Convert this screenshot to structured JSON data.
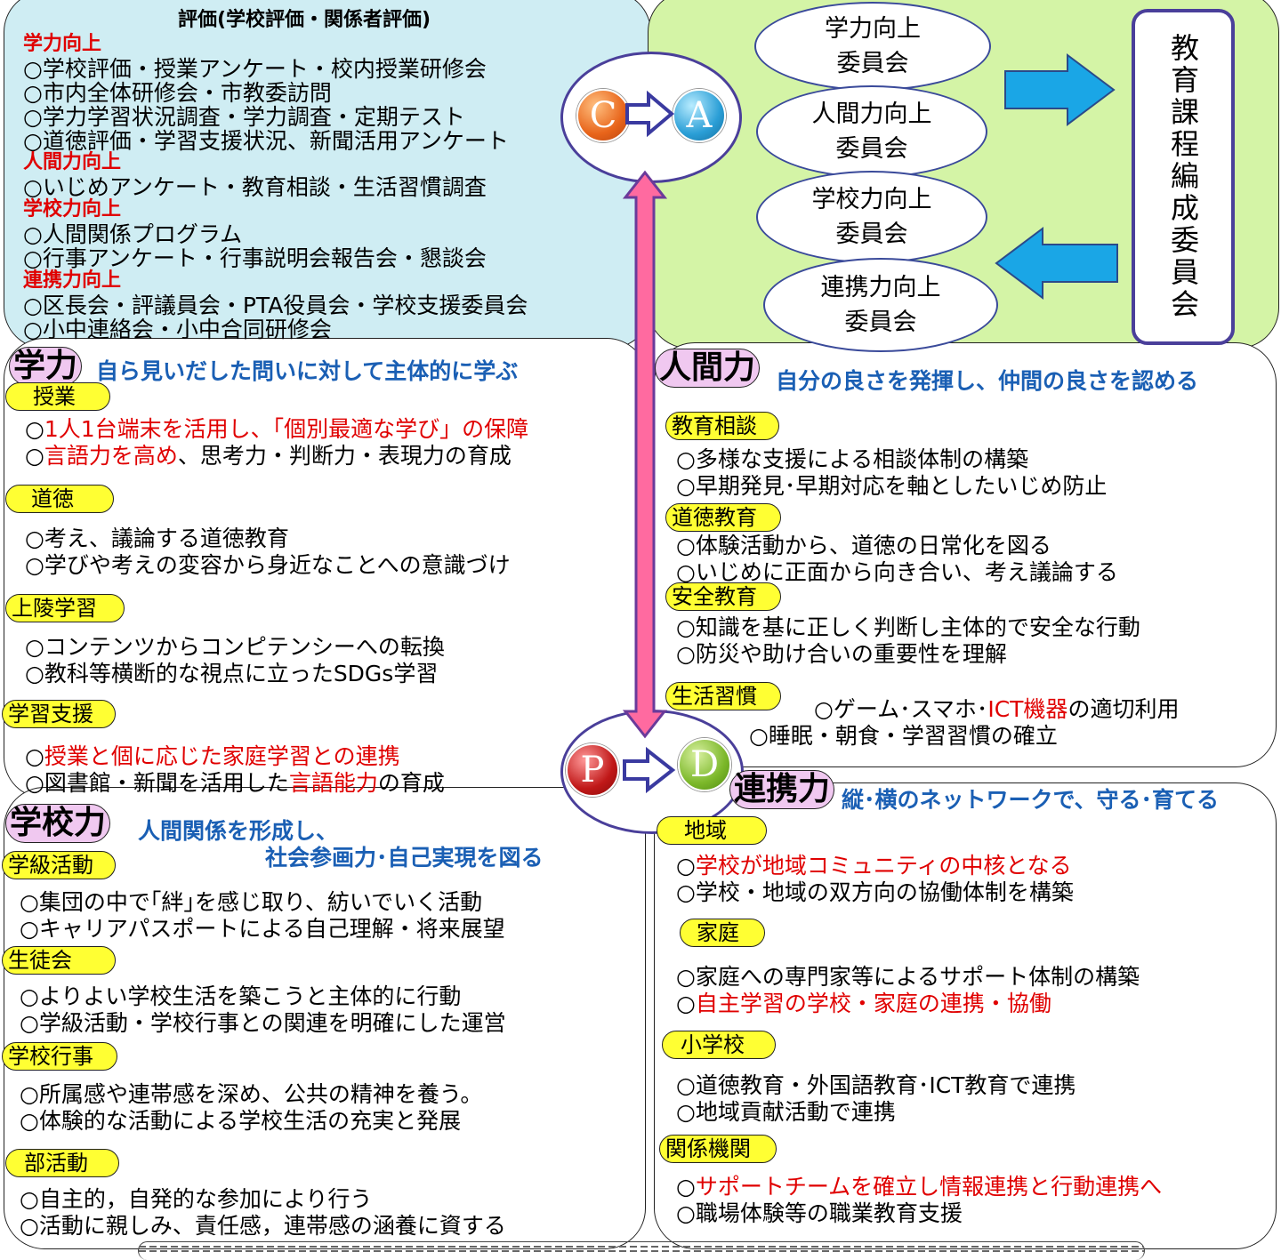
{
  "evaluation": {
    "title": "評価(学校評価・関係者評価)",
    "sections": [
      {
        "heading": "学力向上",
        "items": [
          "○学校評価・授業アンケート・校内授業研修会",
          "○市内全体研修会・市教委訪問",
          "○学力学習状況調査・学力調査・定期テスト",
          "○道徳評価・学習支援状況、新聞活用アンケート"
        ]
      },
      {
        "heading": "人間力向上",
        "items": [
          "○いじめアンケート・教育相談・生活習慣調査"
        ]
      },
      {
        "heading": "学校力向上",
        "items": [
          "○人間関係プログラム",
          "○行事アンケート・行事説明会報告会・懇談会"
        ]
      },
      {
        "heading": "連携力向上",
        "items": [
          "○区長会・評議員会・PTA役員会・学校支援委員会",
          "○小中連絡会・小中合同研修会"
        ]
      }
    ]
  },
  "cycle": {
    "c": "C",
    "a": "A",
    "p": "P",
    "d": "D"
  },
  "committees": {
    "ovals": [
      {
        "line1": "学力向上",
        "line2": "委員会"
      },
      {
        "line1": "人間力向上",
        "line2": "委員会"
      },
      {
        "line1": "学校力向上",
        "line2": "委員会"
      },
      {
        "line1": "連携力向上",
        "line2": "委員会"
      }
    ],
    "curriculum": "教育課程編成委員会"
  },
  "gakuryoku": {
    "heading": "学力",
    "subtitle": "自ら見いだした問いに対して主体的に学ぶ",
    "tags": [
      "授業",
      "道徳",
      "上陵学習",
      "学習支援"
    ],
    "jugyo1_red": "1人1台端末を活用し、「個別最適な学び」の保障",
    "jugyo2_red": "言語力を高め",
    "jugyo2_rest": "、思考力・判断力・表現力の育成",
    "doutoku1": "○考え、議論する道徳教育",
    "doutoku2": "○学びや考えの変容から身近なことへの意識づけ",
    "joryo1": "○コンテンツからコンピテンシーへの転換",
    "joryo2": "○教科等横断的な視点に立ったSDGs学習",
    "shien1_red": "授業と個に応じた家庭学習との連携",
    "shien2_pre": "○図書館・新聞を活用した",
    "shien2_red": "言語能力",
    "shien2_post": "の育成",
    "mark": "○"
  },
  "ningenryoku": {
    "heading": "人間力",
    "subtitle": "自分の良さを発揮し、仲間の良さを認める",
    "tags": [
      "教育相談",
      "道徳教育",
      "安全教育",
      "生活習慣"
    ],
    "items": [
      "○多様な支援による相談体制の構築",
      "○早期発見･早期対応を軸としたいじめ防止",
      "○体験活動から、道徳の日常化を図る",
      "○いじめに正面から向き合い、考え議論する",
      "○知識を基に正しく判断し主体的で安全な行動",
      "○防災や助け合いの重要性を理解"
    ],
    "life1_pre": "○ゲーム･スマホ･",
    "life1_red": "ICT機器",
    "life1_post": "の適切利用",
    "life2": "○睡眠・朝食・学習習慣の確立"
  },
  "gakkouryoku": {
    "heading": "学校力",
    "subtitle1": "人間関係を形成し、",
    "subtitle2": "社会参画力･自己実現を図る",
    "tags": [
      "学級活動",
      "生徒会",
      "学校行事",
      "部活動"
    ],
    "items": [
      "○集団の中で｢絆｣を感じ取り、紡いでいく活動",
      "○キャリアパスポートによる自己理解・将来展望",
      "○よりよい学校生活を築こうと主体的に行動",
      "○学級活動・学校行事との関連を明確にした運営",
      "○所属感や連帯感を深め、公共の精神を養う。",
      "○体験的な活動による学校生活の充実と発展",
      "○自主的，自発的な参加により行う",
      "○活動に親しみ、責任感，連帯感の涵養に資する"
    ]
  },
  "renkeiryoku": {
    "heading": "連携力",
    "subtitle": "縦･横のネットワークで、守る･育てる",
    "tags": [
      "地域",
      "家庭",
      "小学校",
      "関係機関"
    ],
    "chiiki1_red": "学校が地域コミュニティの中核となる",
    "chiiki2": "○学校・地域の双方向の協働体制を構築",
    "katei1": "○家庭への専門家等によるサポート体制の構築",
    "katei2_red": "自主学習の学校・家庭の連携・協働",
    "sho1": "○道徳教育・外国語教育･ICT教育で連携",
    "sho2": "○地域貢献活動で連携",
    "kikan1_red": "サポートチームを確立し情報連携と行動連携へ",
    "kikan2": "○職場体験等の職業教育支援",
    "mark": "○"
  },
  "colors": {
    "eval_bg": "#cfedf3",
    "committee_bg": "#d4f4a6",
    "tag_bg": "#ffff33",
    "heading_bg": "#f0c8f0",
    "subtitle": "#1a5fb4",
    "red": "#e00000",
    "arrow_blue": "#1aa6e6",
    "arrow_pink": "#ff6aa0"
  }
}
